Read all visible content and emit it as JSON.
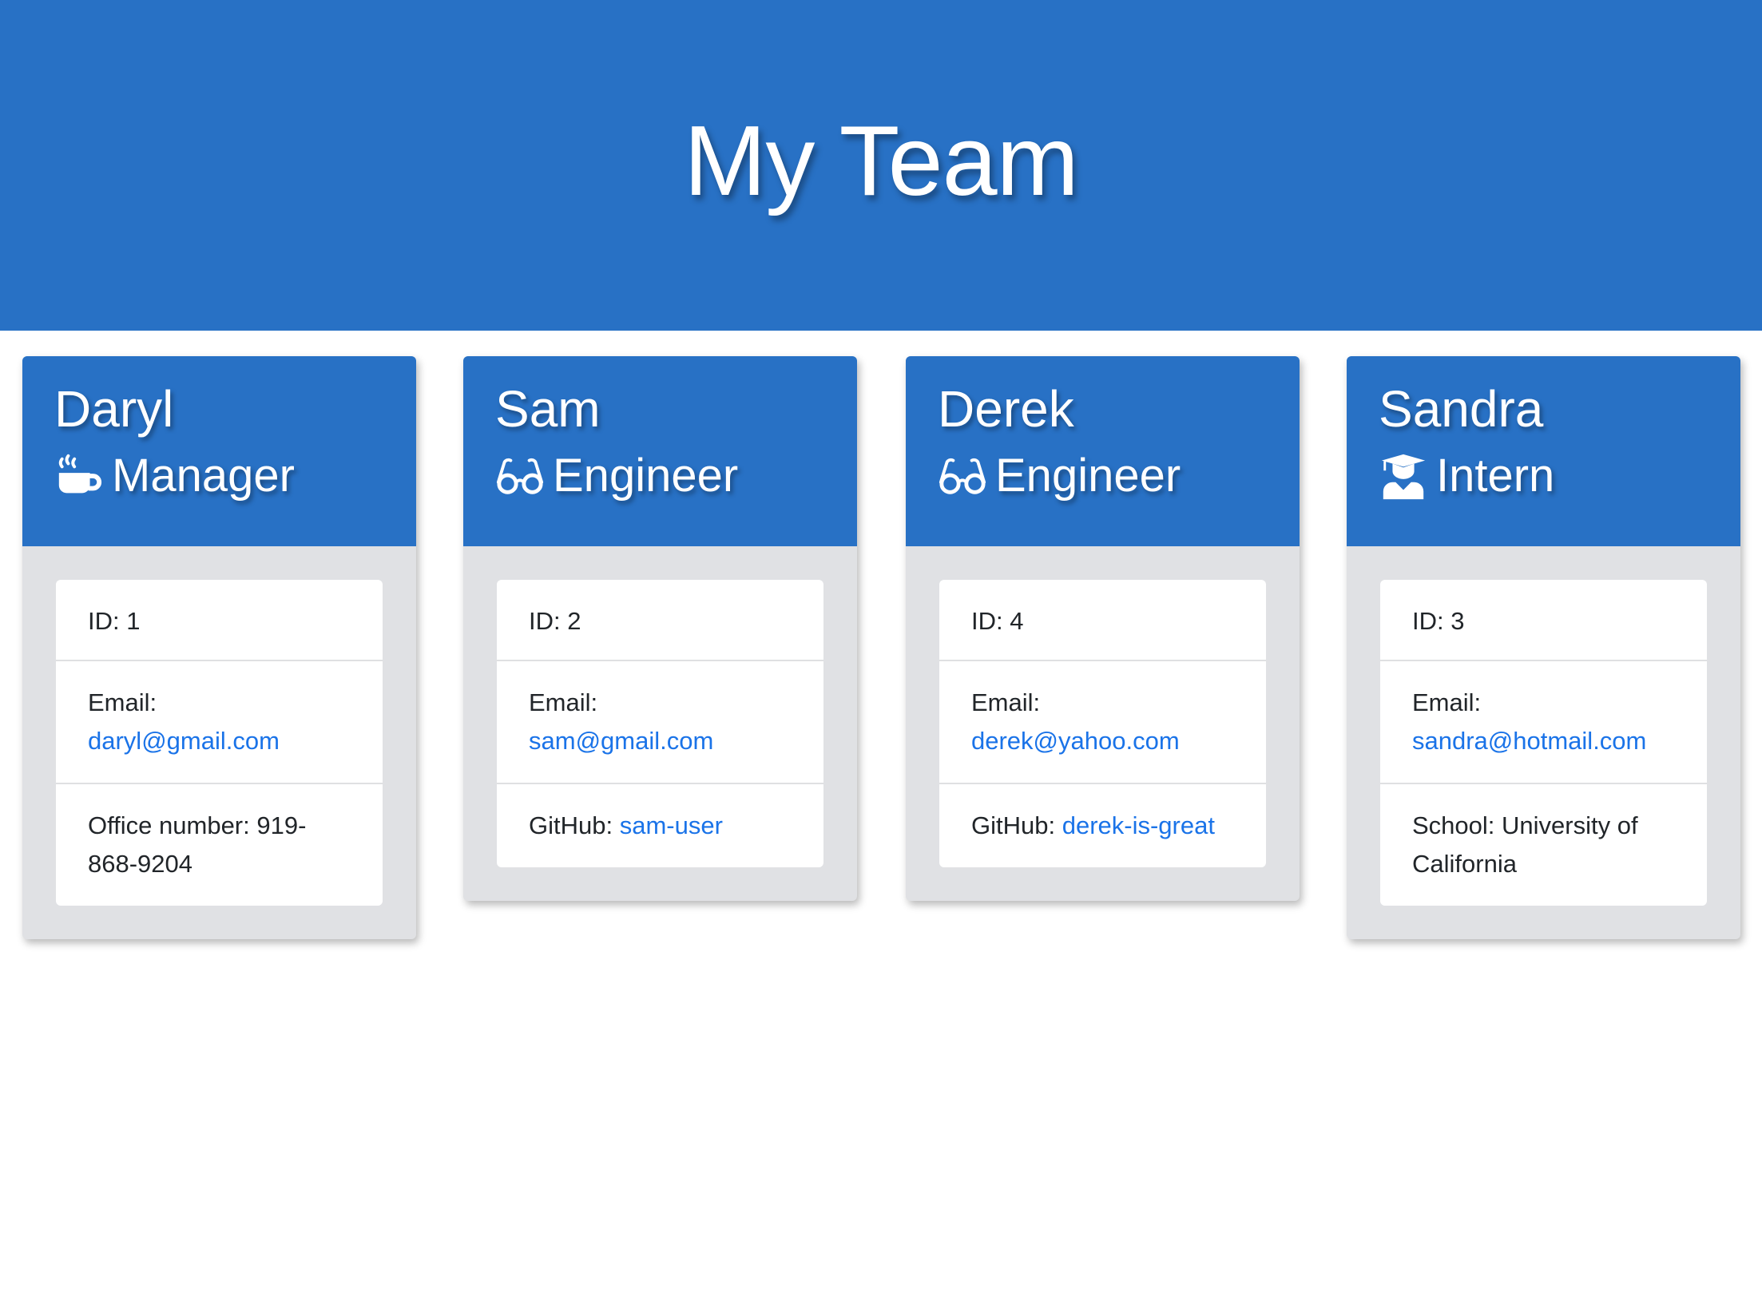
{
  "header": {
    "title": "My Team"
  },
  "team": [
    {
      "name": "Daryl",
      "role": "Manager",
      "icon": "coffee-mug-icon",
      "id_label": "ID: 1",
      "email_label": "Email:",
      "email": "daryl@gmail.com",
      "extra_text": "Office number: 919-868-9204"
    },
    {
      "name": "Sam",
      "role": "Engineer",
      "icon": "glasses-icon",
      "id_label": "ID: 2",
      "email_label": "Email:",
      "email": "sam@gmail.com",
      "extra_label": "GitHub: ",
      "extra_link": "sam-user"
    },
    {
      "name": "Derek",
      "role": "Engineer",
      "icon": "glasses-icon",
      "id_label": "ID: 4",
      "email_label": "Email:",
      "email": "derek@yahoo.com",
      "extra_label": "GitHub: ",
      "extra_link": "derek-is-great"
    },
    {
      "name": "Sandra",
      "role": "Intern",
      "icon": "graduate-icon",
      "id_label": "ID: 3",
      "email_label": "Email:",
      "email": "sandra@hotmail.com",
      "extra_text": "School: University of California"
    }
  ],
  "colors": {
    "primary": "#2871c5",
    "card_body": "#e0e1e4",
    "link": "#1a73e8"
  }
}
